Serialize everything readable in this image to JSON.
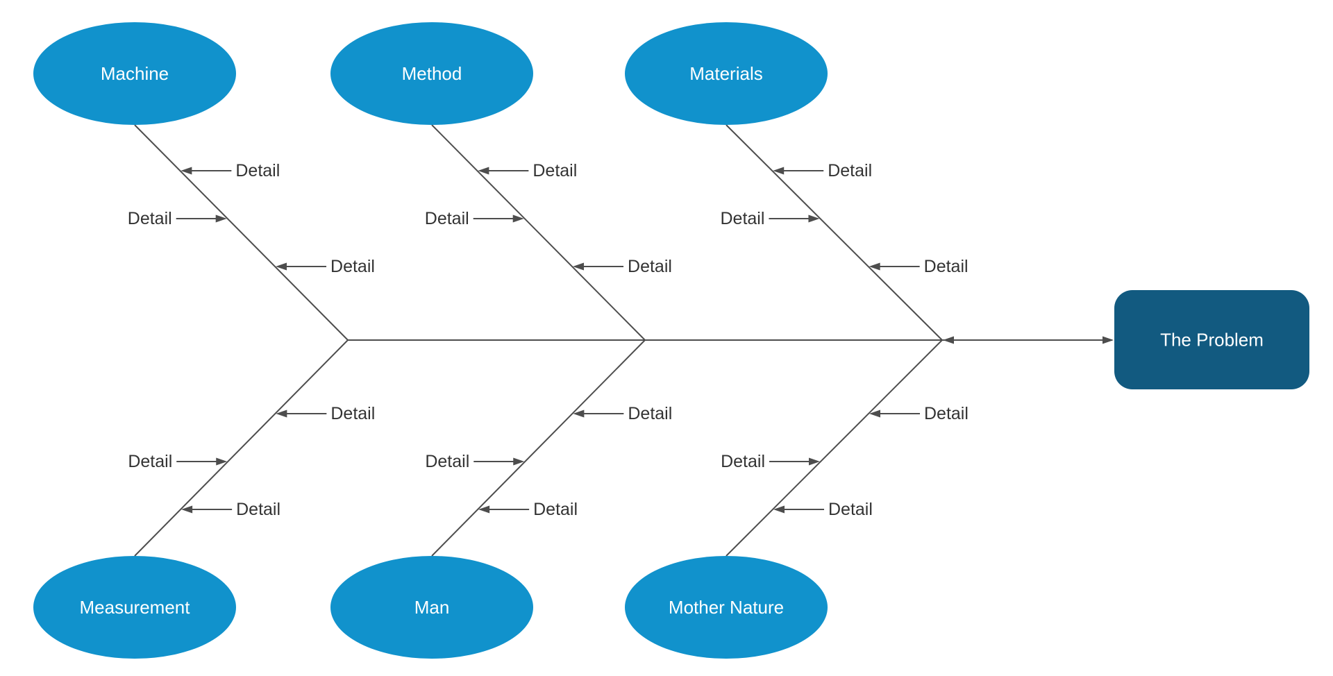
{
  "diagram": {
    "type": "fishbone",
    "problem": {
      "label": "The Problem"
    },
    "categories": [
      {
        "label": "Machine",
        "position": "top",
        "details": [
          "Detail",
          "Detail",
          "Detail"
        ]
      },
      {
        "label": "Method",
        "position": "top",
        "details": [
          "Detail",
          "Detail",
          "Detail"
        ]
      },
      {
        "label": "Materials",
        "position": "top",
        "details": [
          "Detail",
          "Detail",
          "Detail"
        ]
      },
      {
        "label": "Measurement",
        "position": "bottom",
        "details": [
          "Detail",
          "Detail",
          "Detail"
        ]
      },
      {
        "label": "Man",
        "position": "bottom",
        "details": [
          "Detail",
          "Detail",
          "Detail"
        ]
      },
      {
        "label": "Mother Nature",
        "position": "bottom",
        "details": [
          "Detail",
          "Detail",
          "Detail"
        ]
      }
    ],
    "colors": {
      "category_fill": "#1192CC",
      "problem_fill": "#125A80",
      "line": "#4D4D4D",
      "detail_text": "#333333",
      "node_text": "#FFFFFF",
      "background": "#FFFFFF"
    }
  }
}
